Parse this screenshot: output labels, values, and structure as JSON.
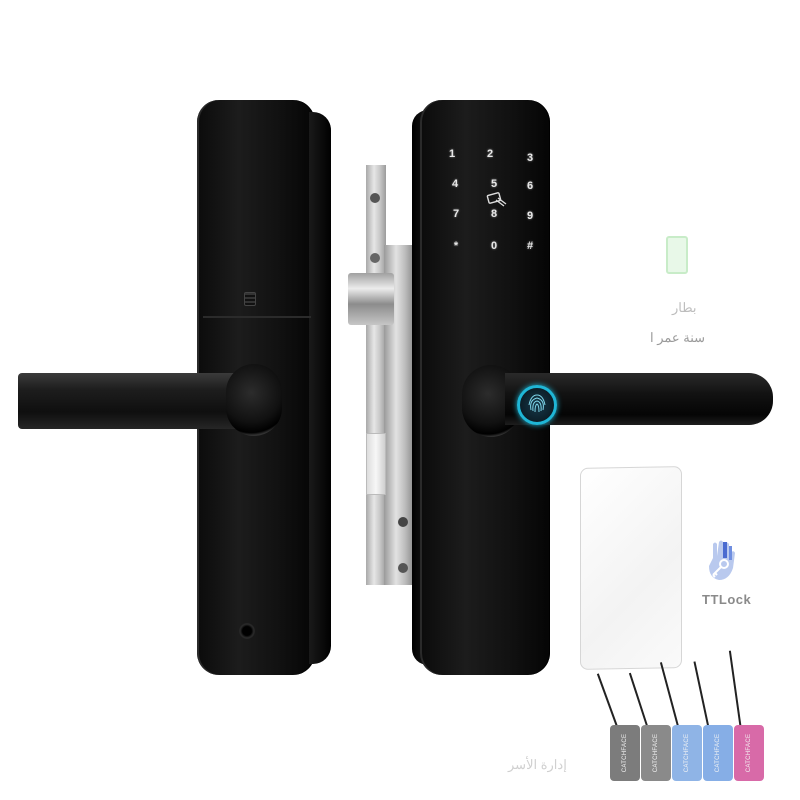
{
  "scene": {
    "description": "Product photo of a black smart door lock set with keypad, fingerprint handle, mortise lock body, key card and RFID key fobs",
    "background_color": "#ffffff"
  },
  "front_panel": {
    "keypad": {
      "keys": [
        "1",
        "2",
        "3",
        "4",
        "5",
        "6",
        "7",
        "8",
        "9",
        "*",
        "0",
        "#"
      ],
      "card_reader_icon": "card-tap-icon"
    },
    "fingerprint_ring_color": "#1fb6d6"
  },
  "fobs": {
    "cards": [
      {
        "label": "CATCHFACE",
        "color": "#7c7c7c"
      },
      {
        "label": "CATCHFACE",
        "color": "#8a8a8a"
      },
      {
        "label": "CATCHFACE",
        "color": "#8fb4e6"
      },
      {
        "label": "CATCHFACE",
        "color": "#86aee6"
      },
      {
        "label": "CATCHFACE",
        "color": "#d86aa8"
      }
    ]
  },
  "background_graphics": {
    "arabic_line_1": "بطار",
    "arabic_line_2": "سنة عمر ا",
    "arabic_bottom": "إدارة الأسر",
    "app_logo_text": "TTLock",
    "app_logo_icon": "hand-key-icon"
  }
}
